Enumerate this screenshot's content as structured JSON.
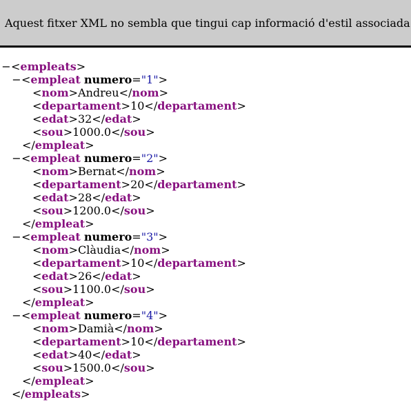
{
  "info_bar": {
    "message": "Aquest fitxer XML no sembla que tingui cap informació d'estil associada."
  },
  "symbols": {
    "collapse": "−",
    "open": "<",
    "close": ">",
    "end_open": "</",
    "equals": "=",
    "quote": "\""
  },
  "root": {
    "tag": "empleats",
    "employees": [
      {
        "tag": "empleat",
        "attr_name": "numero",
        "attr_value": "1",
        "fields": [
          {
            "tag": "nom",
            "value": "Andreu"
          },
          {
            "tag": "departament",
            "value": "10"
          },
          {
            "tag": "edat",
            "value": "32"
          },
          {
            "tag": "sou",
            "value": "1000.0"
          }
        ]
      },
      {
        "tag": "empleat",
        "attr_name": "numero",
        "attr_value": "2",
        "fields": [
          {
            "tag": "nom",
            "value": "Bernat"
          },
          {
            "tag": "departament",
            "value": "20"
          },
          {
            "tag": "edat",
            "value": "28"
          },
          {
            "tag": "sou",
            "value": "1200.0"
          }
        ]
      },
      {
        "tag": "empleat",
        "attr_name": "numero",
        "attr_value": "3",
        "fields": [
          {
            "tag": "nom",
            "value": "Clàudia"
          },
          {
            "tag": "departament",
            "value": "10"
          },
          {
            "tag": "edat",
            "value": "26"
          },
          {
            "tag": "sou",
            "value": "1100.0"
          }
        ]
      },
      {
        "tag": "empleat",
        "attr_name": "numero",
        "attr_value": "4",
        "fields": [
          {
            "tag": "nom",
            "value": "Damià"
          },
          {
            "tag": "departament",
            "value": "10"
          },
          {
            "tag": "edat",
            "value": "40"
          },
          {
            "tag": "sou",
            "value": "1500.0"
          }
        ]
      }
    ]
  }
}
